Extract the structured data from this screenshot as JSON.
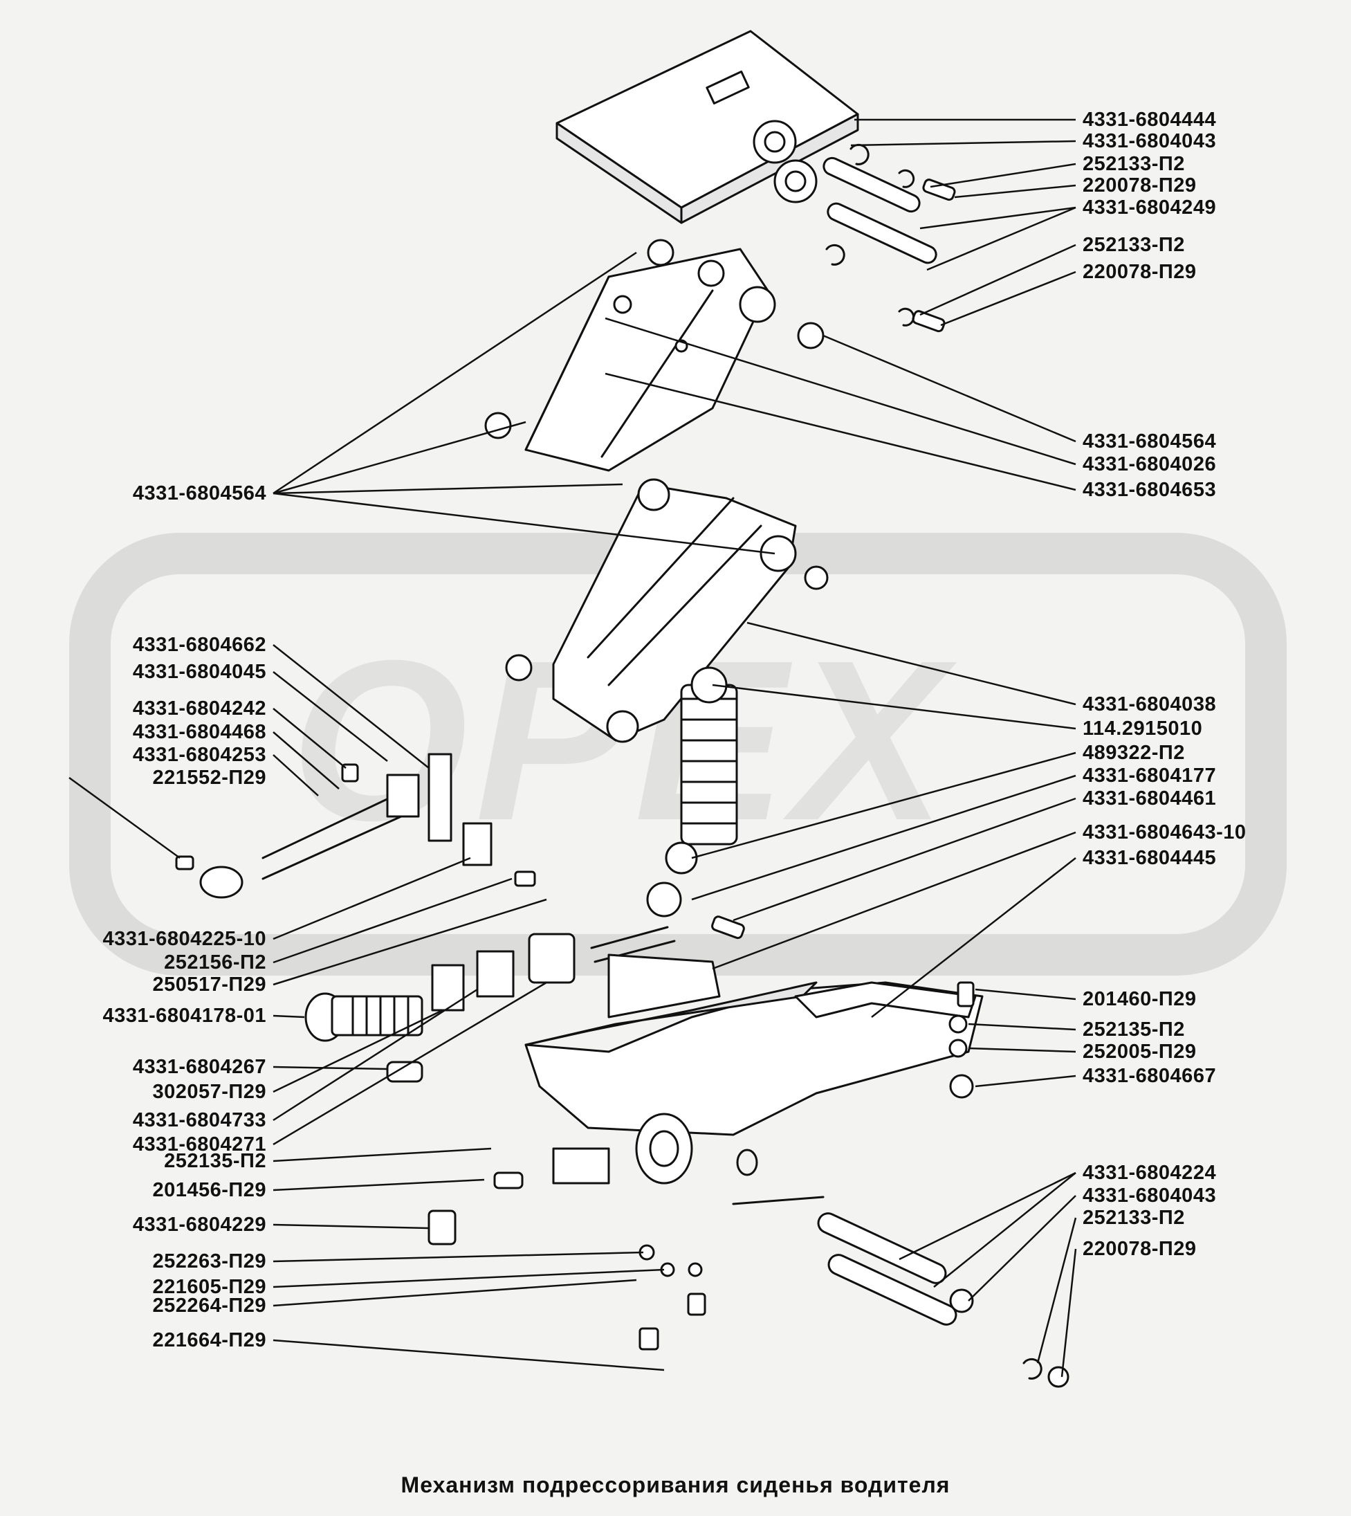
{
  "caption": "Механизм подрессоривания сиденья водителя",
  "watermark": "OPEX",
  "colors": {
    "line": "#111111",
    "background": "#f3f3f1",
    "watermark": "#d8d8d6"
  },
  "labels": {
    "right": [
      "4331-6804444",
      "4331-6804043",
      "252133-П2",
      "220078-П29",
      "4331-6804249",
      "252133-П2",
      "220078-П29",
      "4331-6804564",
      "4331-6804026",
      "4331-6804653",
      "4331-6804038",
      "114.2915010",
      "489322-П2",
      "4331-6804177",
      "4331-6804461",
      "4331-6804643-10",
      "4331-6804445",
      "201460-П29",
      "252135-П2",
      "252005-П29",
      "4331-6804667",
      "4331-6804224",
      "4331-6804043",
      "252133-П2",
      "220078-П29"
    ],
    "left": [
      "4331-6804564",
      "4331-6804662",
      "4331-6804045",
      "4331-6804242",
      "4331-6804468",
      "4331-6804253",
      "221552-П29",
      "4331-6804225-10",
      "252156-П2",
      "250517-П29",
      "4331-6804178-01",
      "4331-6804267",
      "302057-П29",
      "4331-6804733",
      "4331-6804271",
      "252135-П2",
      "201456-П29",
      "4331-6804229",
      "252263-П29",
      "221605-П29",
      "252264-П29",
      "221664-П29"
    ]
  }
}
